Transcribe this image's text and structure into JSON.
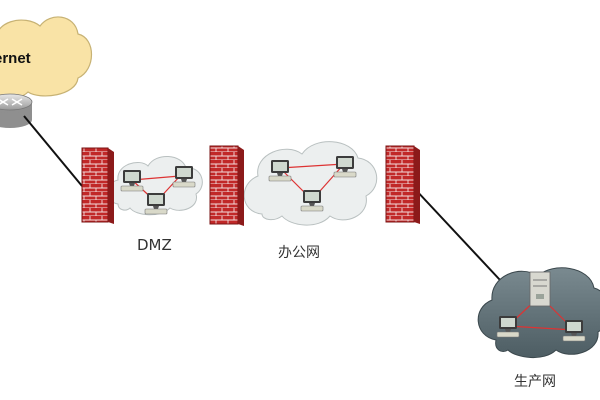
{
  "labels": {
    "internet": "ernet",
    "dmz": "DMZ",
    "office": "办公网",
    "production": "生产网"
  },
  "colors": {
    "cloud_internet": "#f9e3a6",
    "cloud_zone": "#ecefef",
    "cloud_production": "#5a6a70",
    "firewall_brick": "#c12828",
    "link_red": "#dd3333",
    "connection": "#111111"
  },
  "icons": [
    "cloud-icon",
    "router-icon",
    "firewall-icon",
    "workstation-icon",
    "server-icon"
  ]
}
